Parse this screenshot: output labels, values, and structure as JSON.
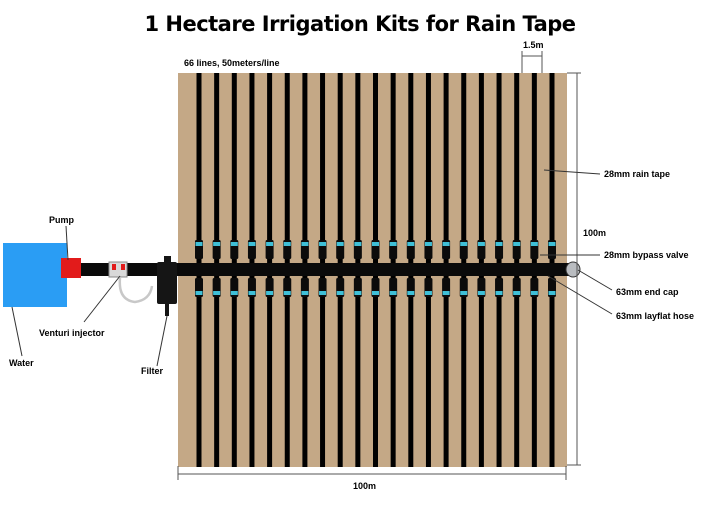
{
  "title": "1 Hectare Irrigation Kits for Rain Tape",
  "labels": {
    "lines_info": "66 lines, 50meters/line",
    "spacing": "1.5m",
    "rain_tape": "28mm rain tape",
    "height": "100m",
    "bypass_valve": "28mm bypass valve",
    "end_cap": "63mm end cap",
    "layflat_hose": "63mm layflat hose",
    "width": "100m",
    "pump": "Pump",
    "venturi": "Venturi injector",
    "water": "Water",
    "filter": "Filter"
  },
  "diagram": {
    "tape_lines_shown": 21,
    "colors": {
      "field": "#c4a886",
      "tape": "#000000",
      "water": "#2a9df4",
      "pump": "#e21b1b",
      "valve": "#3fbfd6",
      "dimension_line": "#555555"
    }
  }
}
